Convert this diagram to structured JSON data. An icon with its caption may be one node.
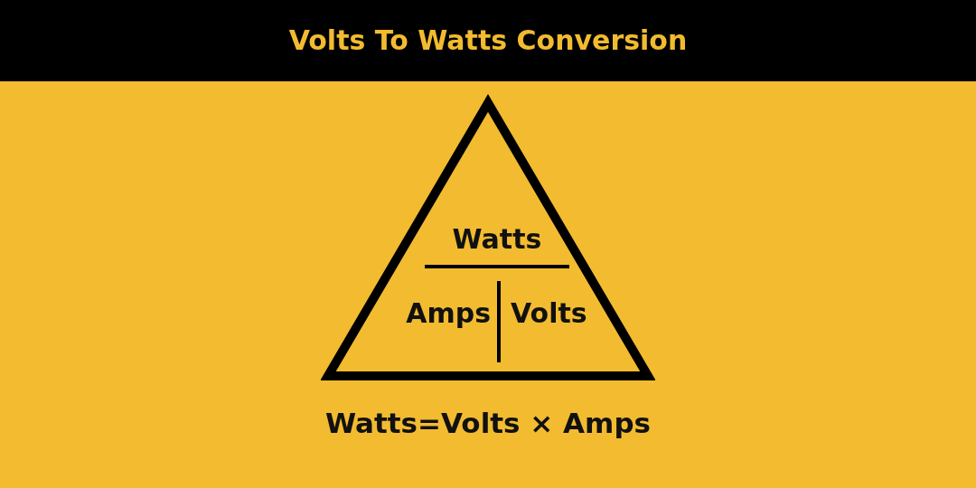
{
  "diagram": {
    "title": "Volts To Watts Conversion",
    "caption": "Watts=Volts × Amps",
    "nodes": [
      {
        "text": [
          "Watts",
          "Amps",
          "Volts"
        ]
      }
    ]
  }
}
